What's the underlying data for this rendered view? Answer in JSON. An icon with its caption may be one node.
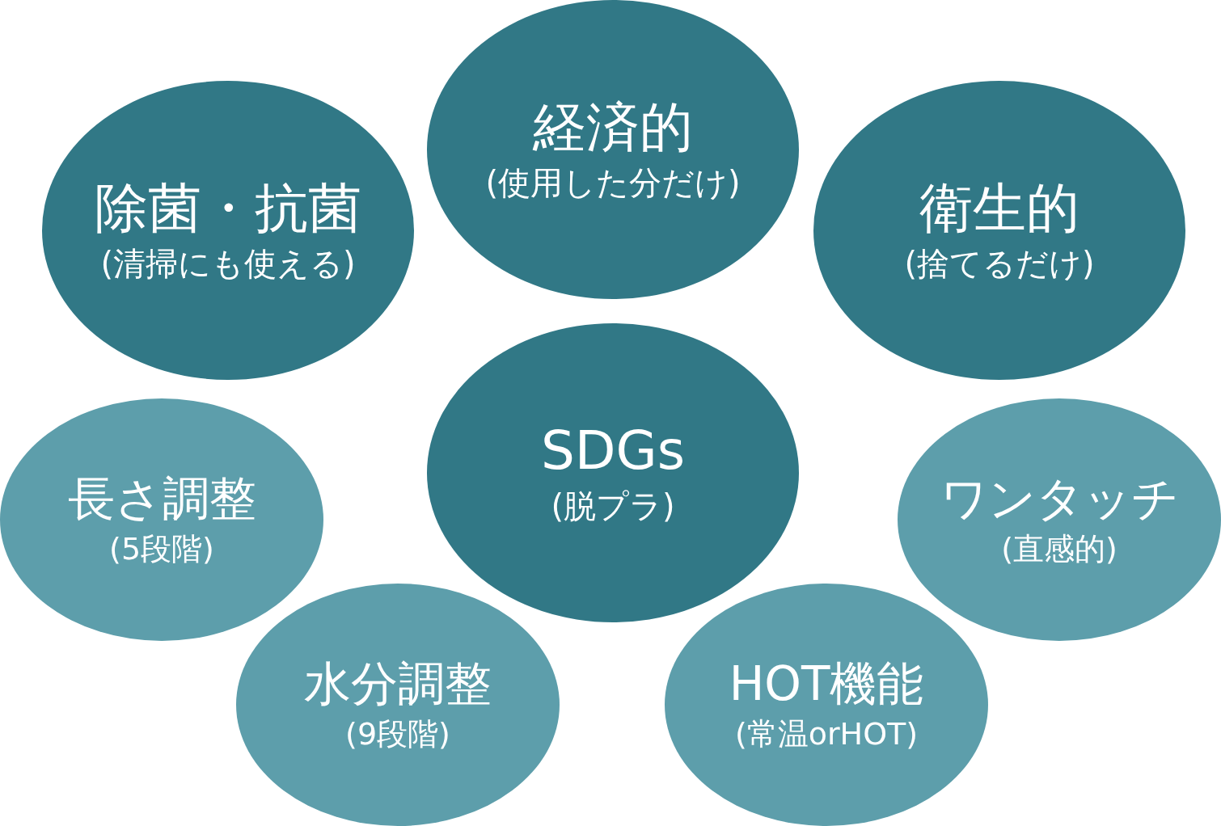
{
  "diagram": {
    "nodes": [
      {
        "text": [
          "経済的",
          "(使用した分だけ)"
        ]
      },
      {
        "text": [
          "除菌・抗菌",
          "(清掃にも使える)"
        ]
      },
      {
        "text": [
          "衛生的",
          "(捨てるだけ)"
        ]
      },
      {
        "text": [
          "SDGs",
          "(脱プラ)"
        ]
      },
      {
        "text": [
          "長さ調整",
          "(5段階)"
        ]
      },
      {
        "text": [
          "ワンタッチ",
          "(直感的)"
        ]
      },
      {
        "text": [
          "水分調整",
          "(9段階)"
        ]
      },
      {
        "text": [
          "HOT機能",
          "(常温orHOT)"
        ]
      }
    ]
  }
}
